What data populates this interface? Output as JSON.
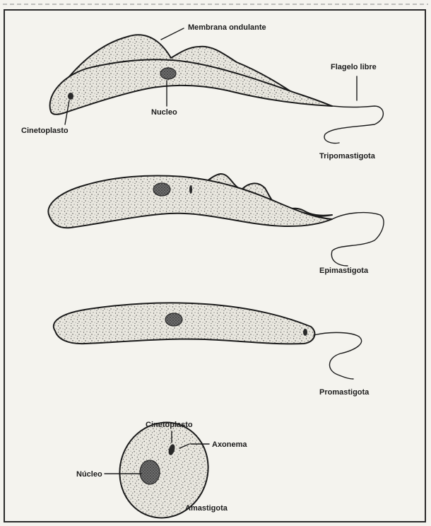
{
  "labels": {
    "membrana_ondulante": "Membrana ondulante",
    "flagelo_libre": "Flagelo libre",
    "nucleo_tripo": "Nucleo",
    "cinetoplasto_tripo": "Cinetoplasto",
    "tripomastigota": "Tripomastigota",
    "epimastigota": "Epimastigota",
    "promastigota": "Promastigota",
    "cinetoplasto_ama": "Cinetoplasto",
    "axonema": "Axonema",
    "nucleo_ama": "Núcleo",
    "amastigota": "Amastigota"
  },
  "colors": {
    "ink": "#1b1b1b",
    "paper": "#f4f3ee"
  }
}
